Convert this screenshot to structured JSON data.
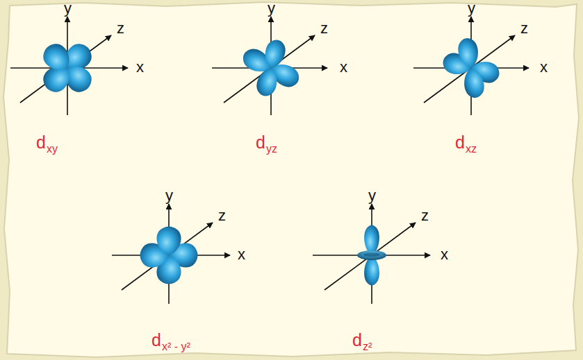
{
  "diagram": {
    "labels": [
      "y",
      "z",
      "x",
      "d",
      "xy",
      "y",
      "z",
      "x",
      "d",
      "yz",
      "y",
      "z",
      "x",
      "d",
      "xz",
      "y",
      "z",
      "x",
      "d",
      "x² - y²",
      "y",
      "z",
      "x",
      "d",
      "z²"
    ]
  }
}
